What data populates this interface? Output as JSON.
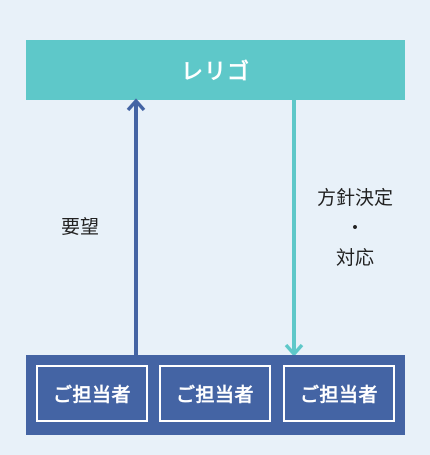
{
  "top": {
    "title": "レリゴ"
  },
  "request": {
    "label": "要望"
  },
  "response": {
    "line1": "方針決定",
    "line2": "・",
    "line3": "対応"
  },
  "persons": [
    "ご担当者",
    "ご担当者",
    "ご担当者"
  ],
  "colors": {
    "background": "#e8f1f9",
    "teal": "#5ec8c9",
    "navy": "#4464a4"
  }
}
